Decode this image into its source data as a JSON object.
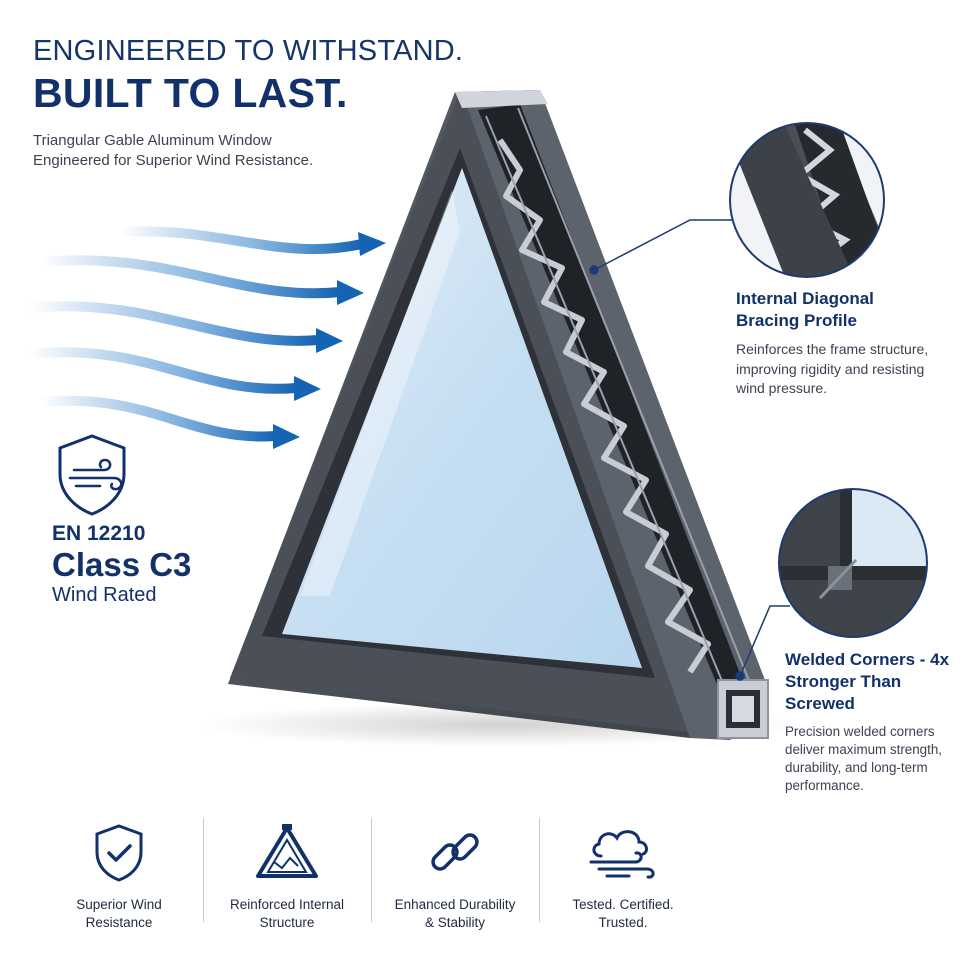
{
  "header": {
    "line1": "ENGINEERED TO WITHSTAND.",
    "line2": "BUILT TO LAST.",
    "subtitle": "Triangular Gable Aluminum Window\nEngineered for Superior Wind Resistance."
  },
  "rating": {
    "standard": "EN 12210",
    "class": "Class C3",
    "label": "Wind Rated"
  },
  "callouts": {
    "bracing": {
      "title": "Internal Diagonal Bracing Profile",
      "description": "Reinforces the frame structure, improving rigidity and resisting wind pressure."
    },
    "weld": {
      "title": "Welded Corners - 4x Stronger Than Screwed",
      "description": "Precision welded corners deliver maximum strength, durability, and long-term performance."
    }
  },
  "features": [
    {
      "icon": "shield-check-icon",
      "label": "Superior Wind\nResistance"
    },
    {
      "icon": "triangle-structure-icon",
      "label": "Reinforced Internal\nStructure"
    },
    {
      "icon": "chain-link-icon",
      "label": "Enhanced Durability\n& Stability"
    },
    {
      "icon": "cloud-wind-icon",
      "label": "Tested. Certified.\nTrusted."
    }
  ],
  "colors": {
    "brand_navy": "#12306a",
    "wind_blue": "#1f6fbf",
    "frame_gray": "#4a4f57",
    "glass": "#cfe3f3"
  }
}
